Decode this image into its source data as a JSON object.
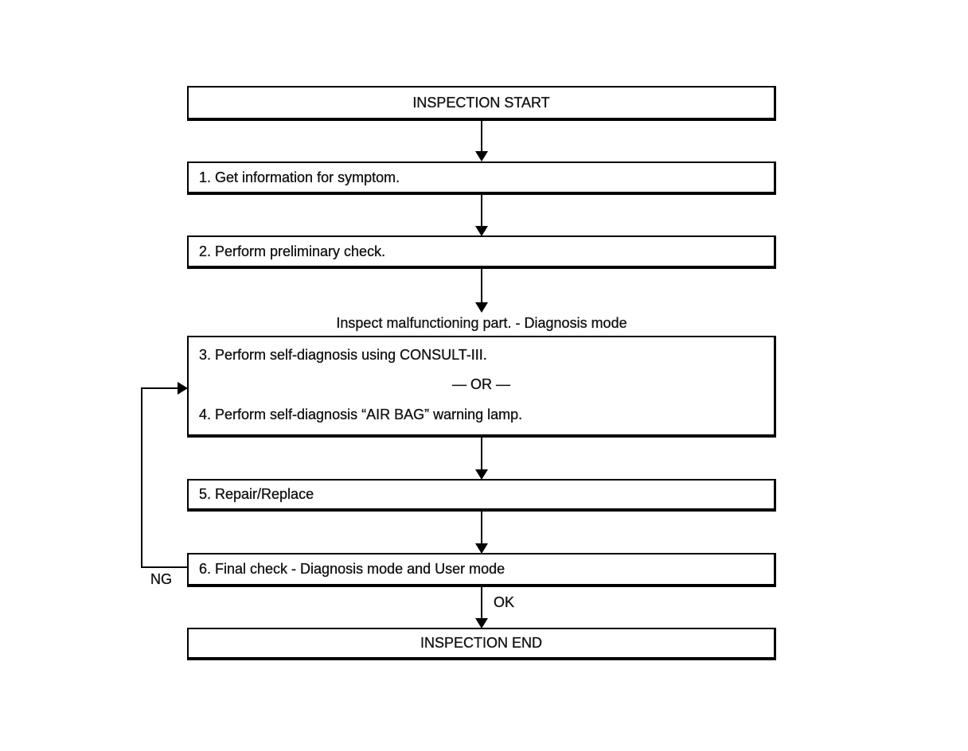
{
  "diagram": {
    "kind": "flowchart",
    "boxes": {
      "start": {
        "label": "INSPECTION START"
      },
      "step1": {
        "label": "1. Get information for symptom."
      },
      "step2": {
        "label": "2. Perform preliminary check."
      },
      "diagnosis": {
        "line1": "3. Perform self-diagnosis using CONSULT-III.",
        "or": "— OR —",
        "line2": "4. Perform self-diagnosis “AIR BAG” warning lamp."
      },
      "step5": {
        "label": "5. Repair/Replace"
      },
      "step6": {
        "label": "6. Final check - Diagnosis mode and User mode"
      },
      "end": {
        "label": "INSPECTION END"
      }
    },
    "labels": {
      "diagnosis_caption": "Inspect malfunctioning part. - Diagnosis mode",
      "ok": "OK",
      "ng": "NG"
    },
    "colors": {
      "line": "#000000",
      "background": "#ffffff",
      "text": "#111111"
    }
  }
}
